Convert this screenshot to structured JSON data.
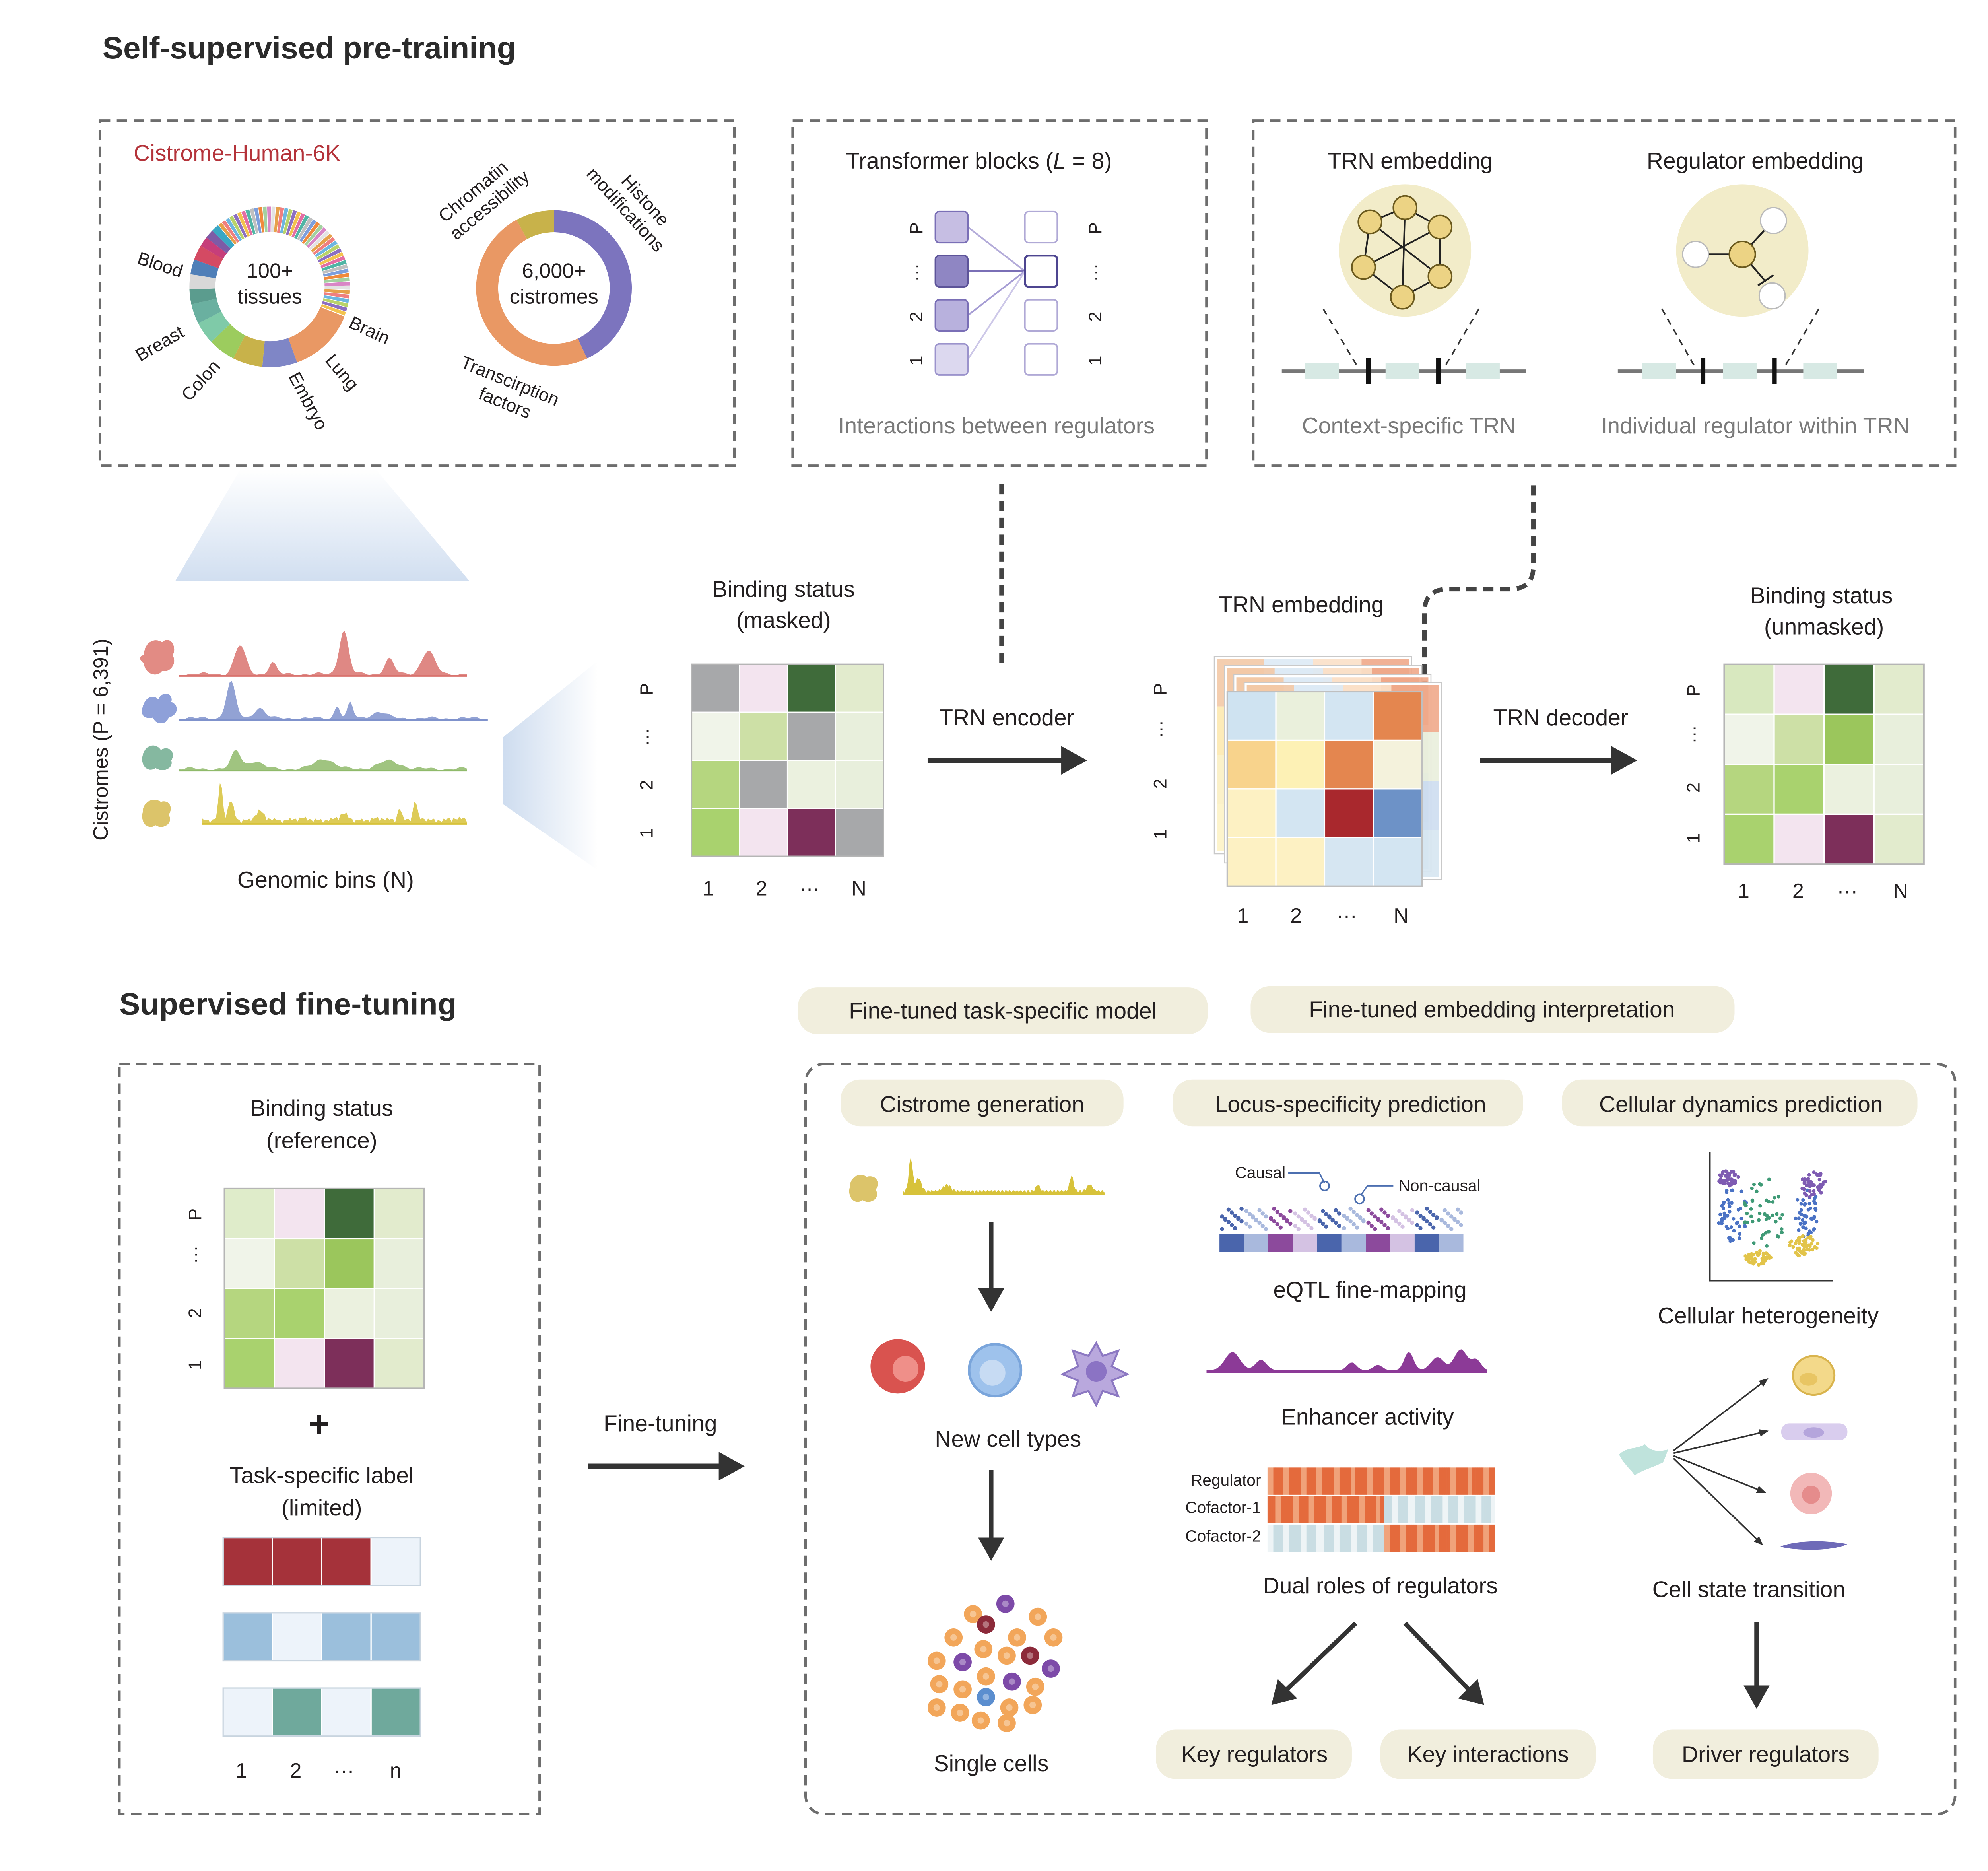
{
  "sections": {
    "pretraining_title": "Self-supervised pre-training",
    "finetuning_title": "Supervised fine-tuning"
  },
  "cistrome_panel": {
    "title": "Cistrome-Human-6K",
    "tissue_donut": {
      "center_line1": "100+",
      "center_line2": "tissues",
      "labels": [
        "Blood",
        "Breast",
        "Colon",
        "Embryo",
        "Lung",
        "Brain"
      ]
    },
    "type_donut": {
      "center_line1": "6,000+",
      "center_line2": "cistromes",
      "label_chromatin_1": "Chromatin",
      "label_chromatin_2": "accessibility",
      "label_histone_1": "Histone",
      "label_histone_2": "modifications",
      "label_tf_1": "Transcirption",
      "label_tf_2": "factors"
    }
  },
  "transformer_panel": {
    "title_pre": "Transformer blocks (",
    "title_italic": "L",
    "title_post": " = 8)",
    "row_labels": [
      "P",
      "···",
      "2",
      "1"
    ],
    "caption": "Interactions between regulators"
  },
  "embedding_panel": {
    "trn_title": "TRN embedding",
    "regulator_title": "Regulator embedding",
    "trn_caption": "Context-specific TRN",
    "regulator_caption": "Individual regulator within TRN"
  },
  "genomic_tracks": {
    "ylabel": "Cistromes (P = 6,391)",
    "xlabel": "Genomic bins (N)",
    "colors": [
      "#d9736e",
      "#7f92cc",
      "#8fba6a",
      "#d7c23a"
    ]
  },
  "masked_matrix": {
    "title_line1": "Binding status",
    "title_line2": "(masked)",
    "row_labels": [
      "P",
      "···",
      "2",
      "1"
    ],
    "col_labels": [
      "1",
      "2",
      "···",
      "N"
    ]
  },
  "encoder": {
    "label": "TRN encoder"
  },
  "embedding_stack": {
    "title": "TRN embedding",
    "row_labels": [
      "P",
      "···",
      "2",
      "1"
    ],
    "col_labels": [
      "1",
      "2",
      "···",
      "N"
    ]
  },
  "decoder": {
    "label": "TRN decoder"
  },
  "unmasked_matrix": {
    "title_line1": "Binding status",
    "title_line2": "(unmasked)",
    "row_labels": [
      "P",
      "···",
      "2",
      "1"
    ],
    "col_labels": [
      "1",
      "2",
      "···",
      "N"
    ]
  },
  "reference_panel": {
    "title_line1": "Binding status",
    "title_line2": "(reference)",
    "row_labels": [
      "P",
      "···",
      "2",
      "1"
    ],
    "plus": "+",
    "label_line1": "Task-specific label",
    "label_line2": "(limited)",
    "col_labels": [
      "1",
      "2",
      "···",
      "n"
    ]
  },
  "finetuning_arrow": {
    "label": "Fine-tuning"
  },
  "headers": {
    "task_model": "Fine-tuned task-specific model",
    "interpretation": "Fine-tuned embedding interpretation"
  },
  "tasks": {
    "cistrome_generation": "Cistrome generation",
    "locus_specificity": "Locus-specificity prediction",
    "cellular_dynamics": "Cellular dynamics prediction",
    "new_cell_types": "New cell types",
    "single_cells": "Single cells",
    "causal": "Causal",
    "non_causal": "Non-causal",
    "eqtl": "eQTL fine-mapping",
    "enhancer": "Enhancer activity",
    "heat_rows": [
      "Regulator",
      "Cofactor-1",
      "Cofactor-2"
    ],
    "dual_roles": "Dual roles of regulators",
    "key_regulators": "Key regulators",
    "key_interactions": "Key interactions",
    "cellular_heterogeneity": "Cellular heterogeneity",
    "cell_state_transition": "Cell state transition",
    "driver_regulators": "Driver regulators"
  }
}
